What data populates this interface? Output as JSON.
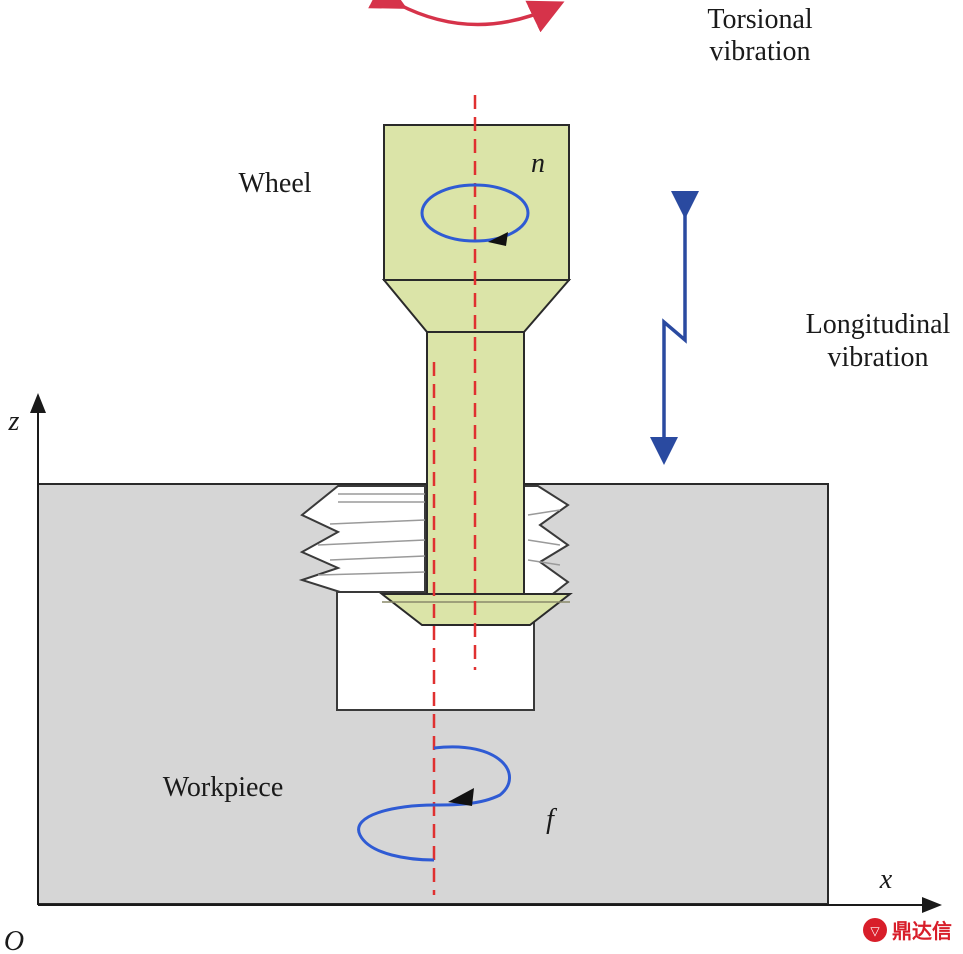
{
  "labels": {
    "torsional_line1": "Torsional",
    "torsional_line2": "vibration",
    "longitudinal_line1": "Longitudinal",
    "longitudinal_line2": "vibration",
    "wheel": "Wheel",
    "workpiece": "Workpiece",
    "rotation_symbol": "n",
    "feed_symbol": "f",
    "axis_z": "z",
    "axis_x": "x",
    "origin": "O"
  },
  "watermark": {
    "text": "鼎达信"
  },
  "colors": {
    "wheel_fill": "#dbe4a8",
    "workpiece_fill": "#d6d6d6",
    "torsional_arrow": "#d6334a",
    "longitudinal_arrow": "#2a4aa0",
    "rotation_loop": "#2f5bd4",
    "axis_centerline": "#e03030",
    "outline": "#2a2a2a"
  },
  "icons": {
    "torsional": "curved-double-arrow-icon",
    "longitudinal": "zigzag-double-arrow-icon",
    "rotation": "circular-arrow-icon",
    "feed": "helical-arrow-icon"
  }
}
